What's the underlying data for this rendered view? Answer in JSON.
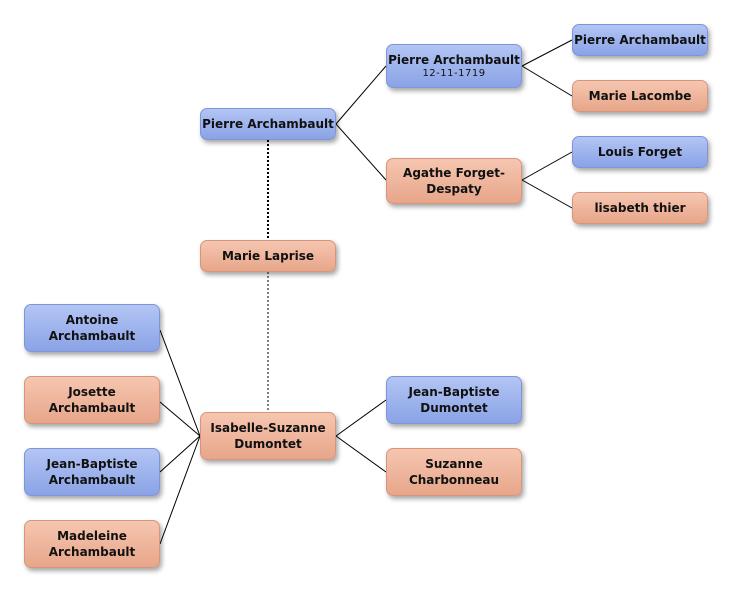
{
  "nodes": {
    "root_father": {
      "name": "Pierre Archambault",
      "gender": "male"
    },
    "father": {
      "name": "Pierre Archambault",
      "date": "12-11-1719",
      "gender": "male"
    },
    "grandfather": {
      "name": "Pierre Archambault",
      "gender": "male"
    },
    "grandmother": {
      "name": "Marie Lacombe",
      "gender": "female"
    },
    "mother": {
      "name_line1": "Agathe Forget-",
      "name_line2": "Despaty",
      "gender": "female"
    },
    "mat_grandfather": {
      "name": "Louis Forget",
      "gender": "male"
    },
    "mat_grandmother": {
      "name": "lisabeth thier",
      "gender": "female"
    },
    "spouse_first": {
      "name": "Marie Laprise",
      "gender": "female"
    },
    "spouse_second": {
      "name_line1": "Isabelle-Suzanne",
      "name_line2": "Dumontet",
      "gender": "female"
    },
    "spouse_father": {
      "name_line1": "Jean-Baptiste",
      "name_line2": "Dumontet",
      "gender": "male"
    },
    "spouse_mother": {
      "name_line1": "Suzanne",
      "name_line2": "Charbonneau",
      "gender": "female"
    },
    "child1": {
      "name_line1": "Antoine",
      "name_line2": "Archambault",
      "gender": "male"
    },
    "child2": {
      "name_line1": "Josette",
      "name_line2": "Archambault",
      "gender": "female"
    },
    "child3": {
      "name_line1": "Jean-Baptiste",
      "name_line2": "Archambault",
      "gender": "male"
    },
    "child4": {
      "name_line1": "Madeleine",
      "name_line2": "Archambault",
      "gender": "female"
    }
  },
  "colors": {
    "male": "#9bb2ee",
    "female": "#eeb59d",
    "connector": "#000000"
  }
}
